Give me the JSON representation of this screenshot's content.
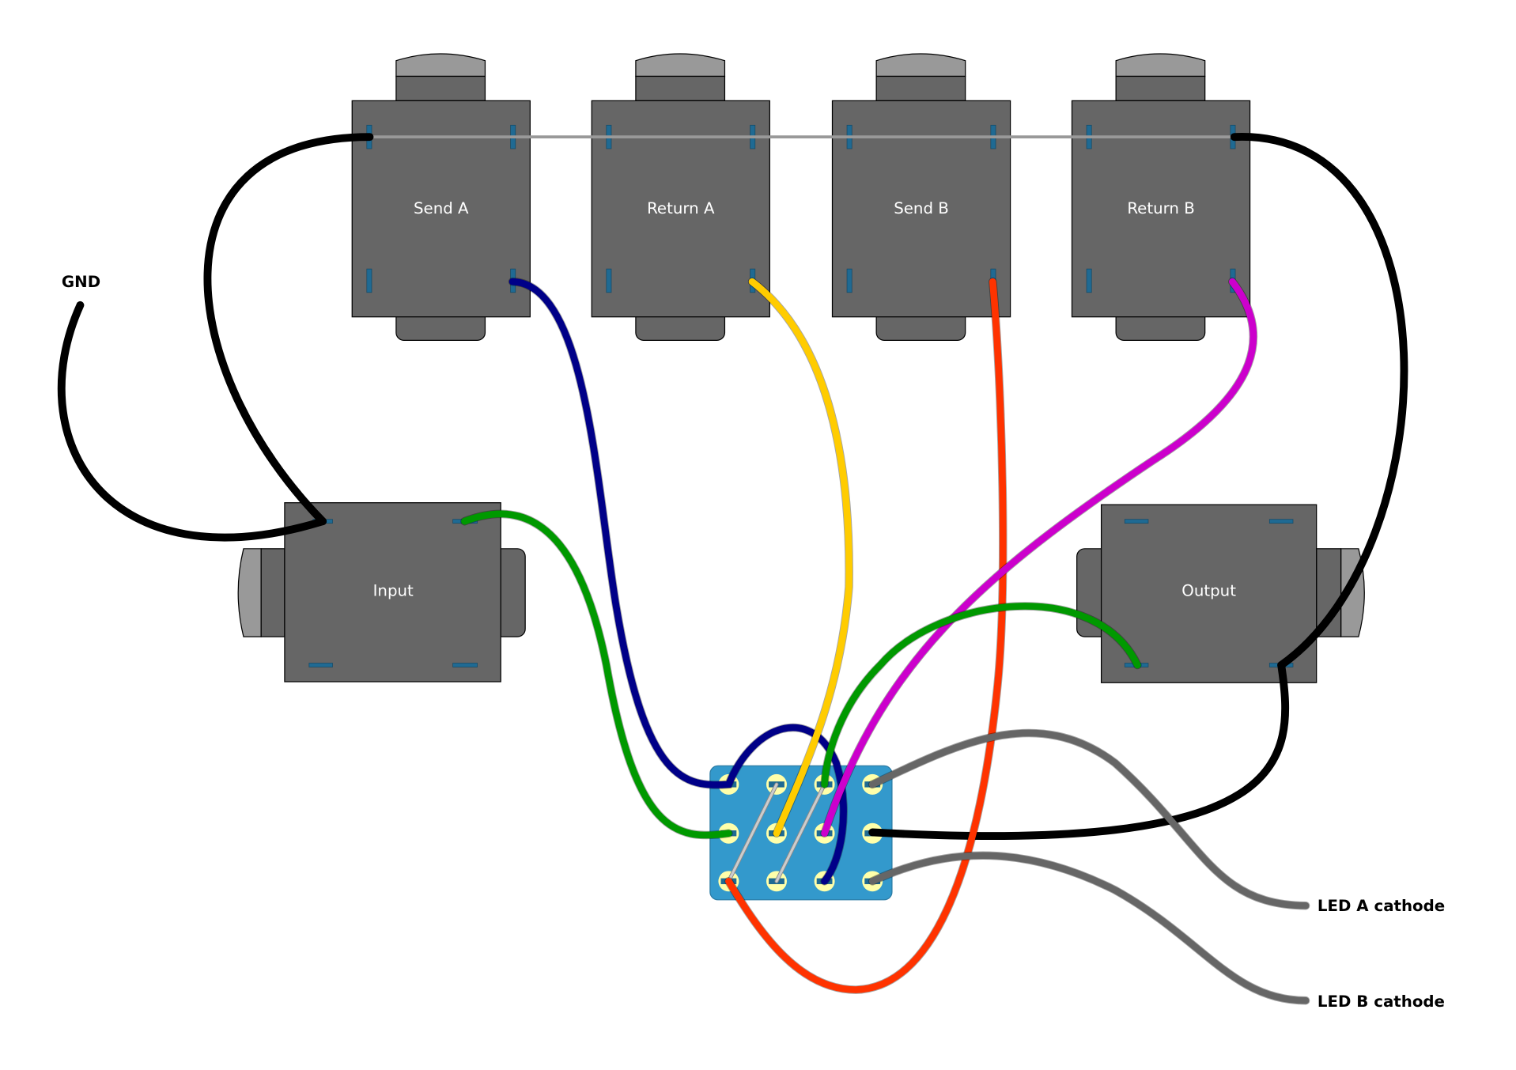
{
  "jacks_top": [
    {
      "label": "Send A"
    },
    {
      "label": "Return A"
    },
    {
      "label": "Send B"
    },
    {
      "label": "Return B"
    }
  ],
  "jack_input": {
    "label": "Input"
  },
  "jack_output": {
    "label": "Output"
  },
  "external_labels": {
    "gnd": "GND",
    "led_a": "LED A cathode",
    "led_b": "LED B cathode"
  },
  "switch": {
    "type": "3PDT footswitch",
    "rows": 3,
    "cols": 4,
    "color": "#3399cc",
    "pin_color": "#ffffaa"
  },
  "wire_colors": {
    "ground": "#000000",
    "send_a": "#000088",
    "return_a": "#ffcc00",
    "send_b": "#ff3300",
    "return_b": "#cc00cc",
    "input": "#009900",
    "output": "#009900",
    "led": "#666666",
    "jumper": "#bbbbbb",
    "sleeve_bus": "#999999"
  }
}
